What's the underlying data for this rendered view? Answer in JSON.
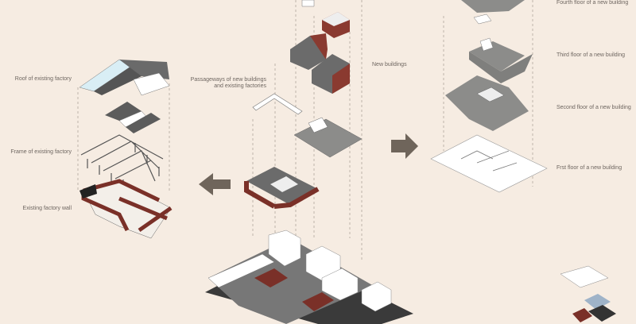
{
  "labels": {
    "roof": "Roof of existing factory",
    "frame": "Frame of existing factory",
    "wall": "Existing factory wall",
    "passage_line1": "Passageways of new buildings",
    "passage_line2": "and existing factories",
    "new_buildings": "New buildings",
    "fourth_floor": "Fourth floor of a new building",
    "third_floor": "Third floor of a new building",
    "second_floor": "Second floor of a new building",
    "first_floor": "Frst floor of a new building"
  },
  "colors": {
    "background": "#f6ece2",
    "brick": "#8a3a30",
    "roof_gray": "#6b6b6b",
    "floor_gray": "#9a9a98",
    "arrow": "#6f655b"
  }
}
